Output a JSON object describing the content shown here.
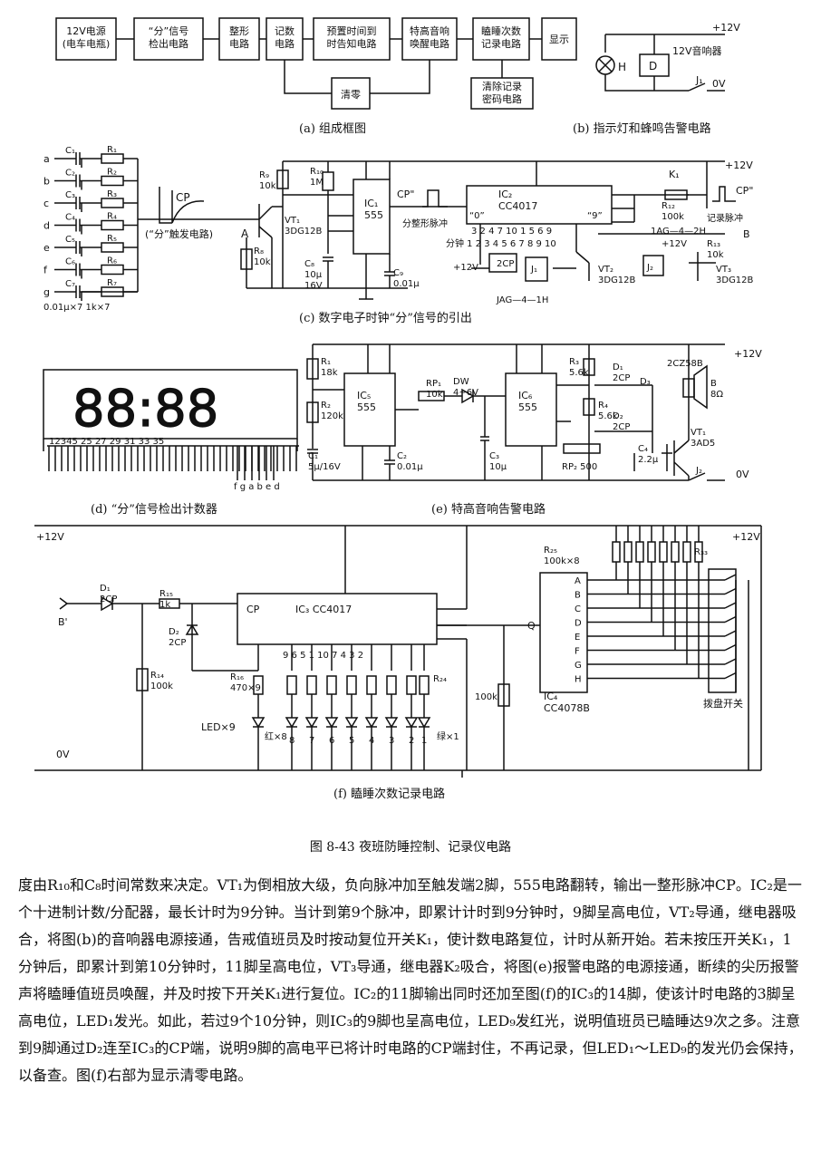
{
  "panel_a": {
    "blocks": [
      "12V电源\n(电车电瓶)",
      "“分”信号\n检出电路",
      "整形\n电路",
      "记数\n电路",
      "预置时间到\n时告知电路",
      "特高音响\n唤醒电路",
      "瞌睡次数\n记录电路",
      "显示",
      "清零",
      "清除记录\n密码电路"
    ],
    "caption": "(a) 组成框图"
  },
  "panel_b": {
    "labels": {
      "supply": "+12V",
      "ground": "0V",
      "lamp": "H",
      "relay": "D",
      "buzzer": "12V音响器",
      "switch": "J₁"
    },
    "caption": "(b) 指示灯和蜂鸣告警电路"
  },
  "panel_c": {
    "inputs": [
      "a",
      "b",
      "c",
      "d",
      "e",
      "f",
      "g"
    ],
    "caps": [
      "C₁",
      "C₂",
      "C₃",
      "C₄",
      "C₅",
      "C₆",
      "C₇"
    ],
    "resistors": [
      "R₁",
      "R₂",
      "R₃",
      "R₄",
      "R₅",
      "R₆",
      "R₇"
    ],
    "values_note": "0.01μ×7   1k×7",
    "trigger_note": "(“分”触发电路)",
    "cp": "CP",
    "cp2": "CP\"",
    "cp3": "CP\"",
    "point_a": "A",
    "r9": "R₉\n10k",
    "r10": "R₁₀\n1M",
    "r8": "R₈\n10k",
    "vt1": "VT₁\n3DG12B",
    "ic1": "IC₁\n555",
    "c8": "C₈\n10μ\n16V",
    "c9": "C₉\n0.01μ",
    "ic2": "IC₂\nCC4017",
    "shaping": "分整形脉冲",
    "zero": "“0”",
    "nine": "“9”",
    "minutes": "分钟  1  2  3  4  5  6  7  8    9    10",
    "pins_top": "3  2  4  7  10  1  5  6  9",
    "k1": "K₁",
    "r12": "R₁₂\n100k",
    "record_pulse": "记录脉冲",
    "relay1": "J₁",
    "relay2": "J₂",
    "vt2": "VT₂\n3DG12B",
    "vt3": "VT₃\n3DG12B",
    "r13": "R₁₃\n10k",
    "d2cp": "2CP",
    "jag1": "JAG—4—1H",
    "jag2": "1AG—4—2H",
    "supply": "+12V",
    "b": "B",
    "caption": "(c) 数字电子时钟“分”信号的引出"
  },
  "panel_d": {
    "digits": "88:88",
    "pins": "12345        25 27 29 31 33 35",
    "segs": "f g a b e d",
    "caption": "(d) “分”信号检出计数器"
  },
  "panel_e": {
    "supply": "+12V",
    "ground": "0V",
    "r1": "R₁\n18k",
    "r2": "R₂\n120k",
    "c1": "C₁\n5μ/16V",
    "ic5": "IC₅\n555",
    "c2": "C₂\n0.01μ",
    "rp1": "RP₁\n10k",
    "dw": "DW\n4~6V",
    "c3": "C₃\n10μ",
    "ic6": "IC₆\n555",
    "rp2": "RP₂ 500",
    "r3": "R₃\n5.6k",
    "r4": "R₄\n5.6k",
    "d1": "D₁\n2CP",
    "d2": "D₂\n2CP",
    "c4": "C₄\n2.2μ",
    "d3": "D₃",
    "diode": "2CZ58B",
    "speaker": "B\n8Ω",
    "vt1": "VT₁\n3AD5",
    "j2": "J₂",
    "caption": "(e) 特高音响告警电路"
  },
  "panel_f": {
    "supply": "+12V",
    "ground": "0V",
    "input": "B'",
    "d1": "D₁\n2CP",
    "r15": "R₁₅\n1k",
    "d2": "D₂\n2CP",
    "r14": "R₁₄\n100k",
    "ic3": "IC₃    CC4017",
    "cp": "CP",
    "r16": "R₁₆\n470×9",
    "r24": "R₂₄",
    "led": "LED×9",
    "red": "红×8",
    "green": "绿×1",
    "led_nums": [
      "8",
      "7",
      "6",
      "5",
      "4",
      "3",
      "2",
      "1"
    ],
    "pins": "9  6  5  1  10  7  4  3  2",
    "r100": "100k",
    "ic4": "IC₄\nCC4078B",
    "q": "Q",
    "inputs": [
      "A",
      "B",
      "C",
      "D",
      "E",
      "F",
      "G",
      "H"
    ],
    "r25": "R₂₅\n100k×8",
    "r33": "R₃₃",
    "switch": "拨盘开关",
    "caption": "(f) 瞌睡次数记录电路"
  },
  "figure_title": "图 8-43   夜班防睡控制、记录仪电路",
  "paragraphs": [
    "度由R₁₀和C₈时间常数来决定。VT₁为倒相放大级，负向脉冲加至触发端2脚，555电路翻转，输出一整形脉冲CP。IC₂是一个十进制计数/分配器，最长计时为9分钟。当计到第9个脉冲，即累计计时到9分钟时，9脚呈高电位，VT₂导通，继电器吸合，将图(b)的音响器电源接通，告戒值班员及时按动复位开关K₁，使计数电路复位，计时从新开始。若未按压开关K₁，1分钟后，即累计到第10分钟时，11脚呈高电位，VT₃导通，继电器K₂吸合，将图(e)报警电路的电源接通，断续的尖历报警声将瞌睡值班员唤醒，并及时按下开关K₁进行复位。IC₂的11脚输出同时还加至图(f)的IC₃的14脚，使该计时电路的3脚呈高电位，LED₁发光。如此，若过9个10分钟，则IC₃的9脚也呈高电位，LED₉发红光，说明值班员已瞌睡达9次之多。注意到9脚通过D₂连至IC₃的CP端，说明9脚的高电平已将计时电路的CP端封住，不再记录，但LED₁～LED₉的发光仍会保持，以备查。图(f)右部为显示清零电路。"
  ]
}
